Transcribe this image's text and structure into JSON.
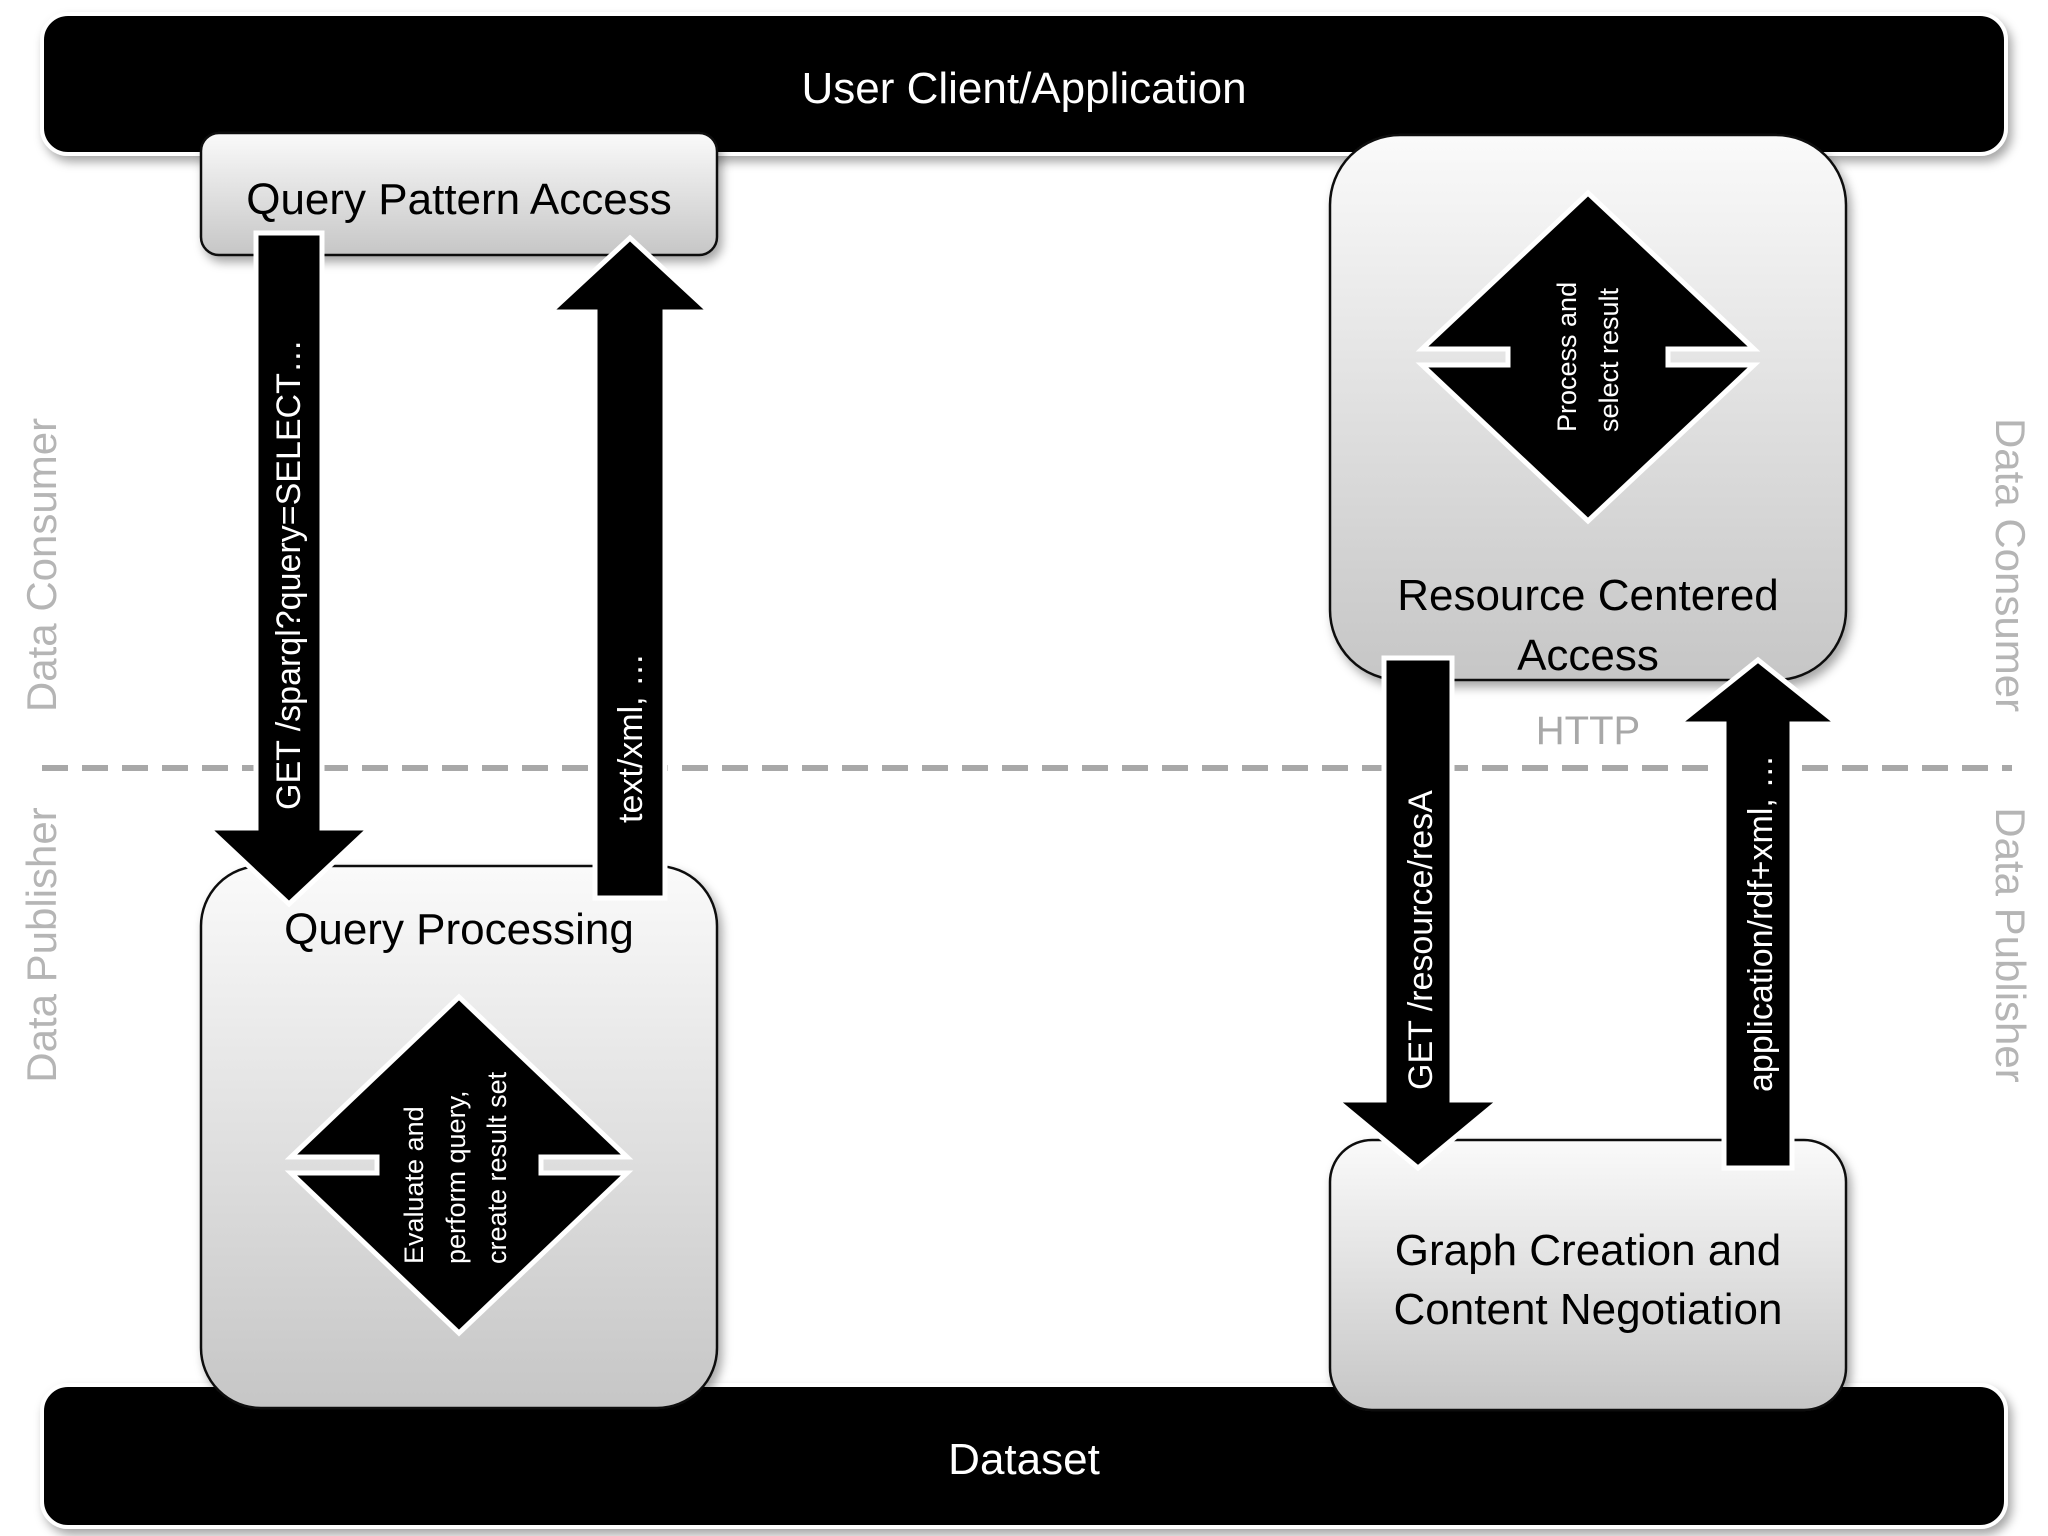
{
  "top_bar": {
    "label": "User Client/Application"
  },
  "bottom_bar": {
    "label": "Dataset"
  },
  "side_labels": {
    "left_upper": "Data Consumer",
    "left_lower": "Data Publisher",
    "right_upper": "Data Consumer",
    "right_lower": "Data Publisher"
  },
  "divider": {
    "label": "HTTP"
  },
  "left_flow": {
    "access_box": "Query Pattern Access",
    "processing_box": "Query Processing",
    "request_arrow": "GET  /sparql?query=SELECT…",
    "response_arrow": "text/xml, …",
    "process_lines": [
      "Evaluate  and",
      "perform query,",
      "create result set"
    ]
  },
  "right_flow": {
    "access_box_lines": [
      "Resource Centered",
      "Access"
    ],
    "creation_box_lines": [
      "Graph Creation and",
      "Content Negotiation"
    ],
    "request_arrow": "GET  /resource/resA",
    "response_arrow": "application/rdf+xml, …",
    "process_lines": [
      "Process and",
      "select result"
    ]
  },
  "colors": {
    "bar": "#000000",
    "box_gradient_top": "#fafafa",
    "box_gradient_bottom": "#c6c6c6",
    "side_label": "#b5b5b5",
    "divider": "#a8a8a8"
  }
}
